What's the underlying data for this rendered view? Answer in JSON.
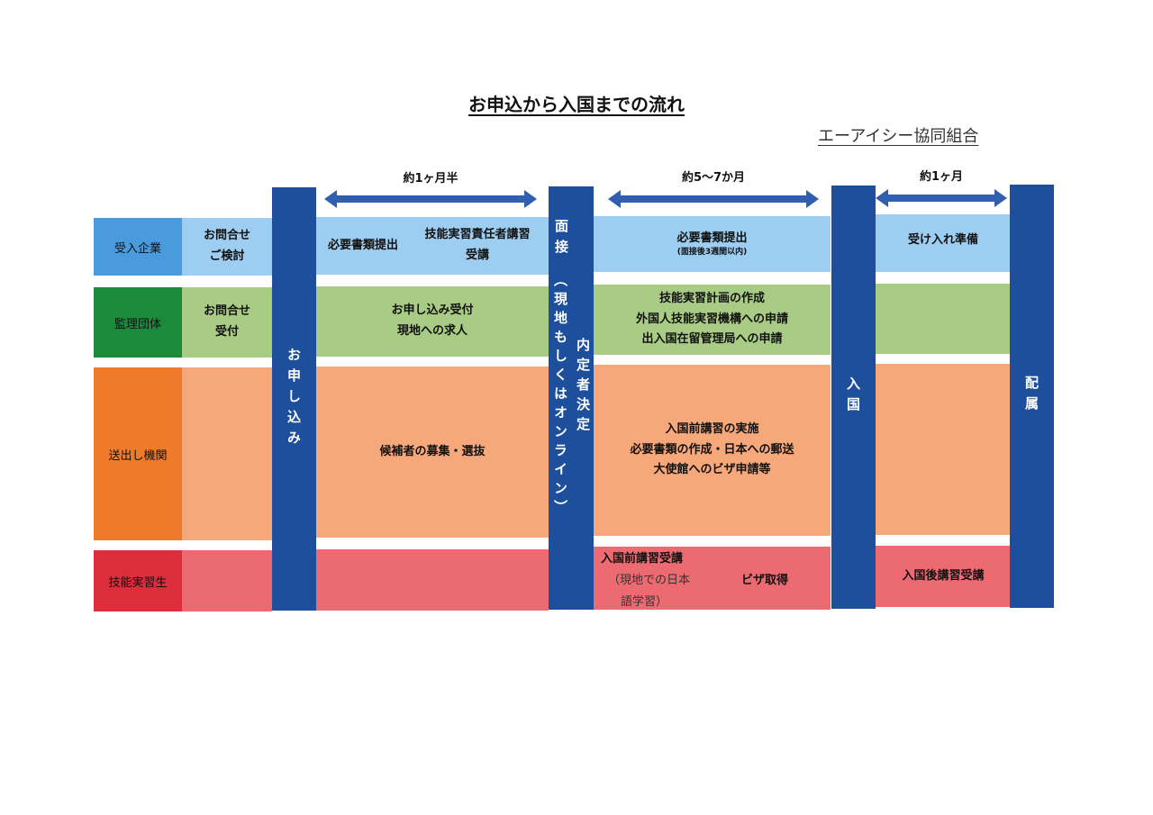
{
  "title": "お申込から入国までの流れ",
  "organization": "エーアイシー協同組合",
  "durations": [
    "約1ヶ月半",
    "約5〜7か月",
    "約1ヶ月"
  ],
  "rows": {
    "company": {
      "label": "受入企業",
      "inquiry_1": "お問合せ",
      "inquiry_2": "ご検討",
      "docs": "必要書類提出",
      "training_1": "技能実習責任者講習",
      "training_2": "受講",
      "docs2": "必要書類提出",
      "docs2_note": "(面接後3週間以内)",
      "prep": "受け入れ準備"
    },
    "supervisor": {
      "label": "監理団体",
      "inquiry_1": "お問合せ",
      "inquiry_2": "受付",
      "mid_1": "お申し込み受付",
      "mid_2": "現地への求人",
      "plan_1": "技能実習計画の作成",
      "plan_2": "外国人技能実習機構への申請",
      "plan_3": "出入国在留管理局への申請"
    },
    "sending": {
      "label": "送出し機関",
      "select": "候補者の募集・選抜",
      "pre_1": "入国前講習の実施",
      "pre_2": "必要書類の作成・日本への郵送",
      "pre_3": "大使館へのビザ申請等"
    },
    "trainee": {
      "label": "技能実習生",
      "pre_1": "入国前講習受講",
      "pre_2": "（現地での日本",
      "pre_3": "語学習）",
      "visa": "ビザ取得",
      "post": "入国後講習受講"
    }
  },
  "bars": {
    "apply": "お申し込み",
    "interview_top": "面接",
    "interview_paren": "（現地もしくはオンライン）",
    "decision": "内定者決定",
    "entry": "入国",
    "assign": "配属"
  },
  "colors": {
    "bar": "#1e4f9c",
    "company": "#9dcdf1",
    "supervisor": "#a9cc84",
    "sending": "#f6a87b",
    "trainee": "#ec6a71"
  }
}
